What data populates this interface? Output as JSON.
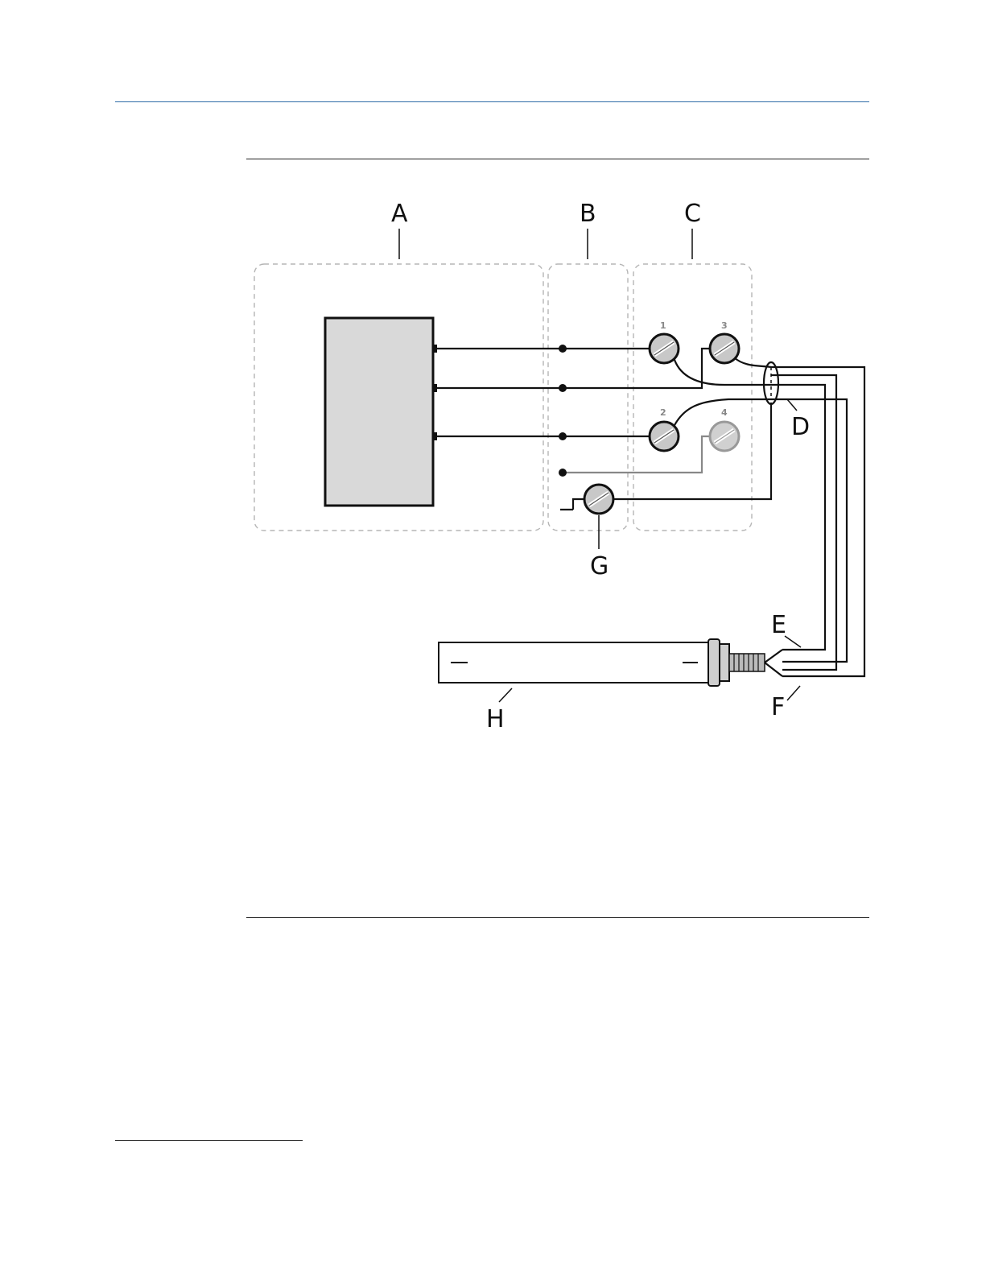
{
  "figure": {
    "callouts": {
      "A": "A",
      "B": "B",
      "C": "C",
      "D": "D",
      "E": "E",
      "F": "F",
      "G": "G",
      "H": "H"
    },
    "terminals": {
      "t1": "1",
      "t2": "2",
      "t3": "3",
      "t4": "4"
    }
  },
  "colors": {
    "header_rule": "#2e6ba7",
    "device_fill": "#d9d9d9",
    "terminal_fill": "#c8c8c8",
    "inactive_terminal": "#999999"
  }
}
